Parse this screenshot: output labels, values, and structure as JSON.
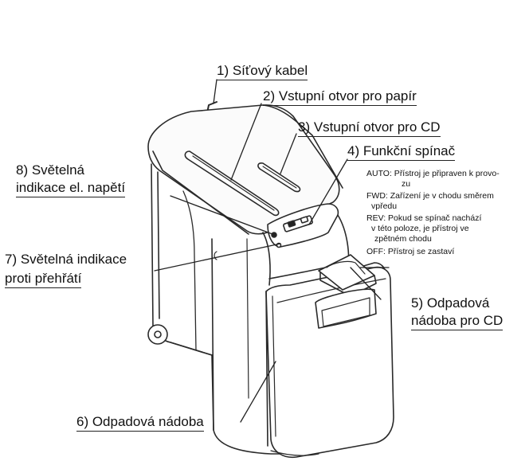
{
  "callouts": {
    "c1": "1) Síťový kabel",
    "c2": "2) Vstupní otvor pro papír",
    "c3": "3) Vstupní otvor pro CD",
    "c4": "4) Funkční spínač",
    "c5_line1": "5) Odpadová",
    "c5_line2": "nádoba pro CD",
    "c6": "6) Odpadová nádoba",
    "c7_line1": "7) Světelná indikace",
    "c7_line2": "proti přehřátí",
    "c8_line1": "8) Světelná",
    "c8_line2": "indikace el. napětí"
  },
  "switch_modes": {
    "auto_line1": "AUTO:  Přístroj je připraven k provo-",
    "auto_line2": "zu",
    "fwd_line1": "FWD:  Zařízení je v chodu směrem",
    "fwd_line2": "vpředu",
    "rev_line1": "REV:  Pokud se spínač nachází",
    "rev_line2": "v této poloze, je přístroj ve",
    "rev_line3": "zpětném chodu",
    "off_line1": "OFF:  Přístroj se zastaví"
  }
}
